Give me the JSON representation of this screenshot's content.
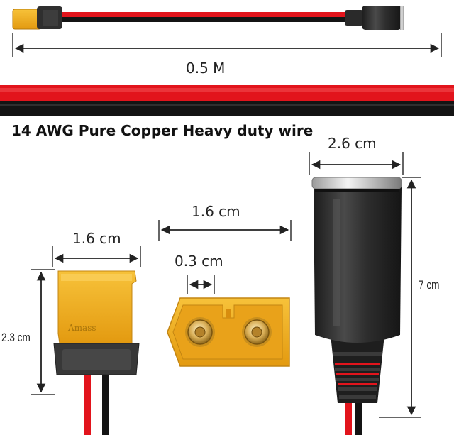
{
  "cable": {
    "length_label": "0.5 M",
    "wire_description": "14 AWG Pure Copper Heavy duty wire"
  },
  "xt60_side": {
    "width_label": "1.6 cm",
    "height_label": "2.3 cm"
  },
  "xt60_front": {
    "width_label": "1.6 cm",
    "pin_gap_label": "0.3 cm",
    "brand_mark": "Amass"
  },
  "socket": {
    "width_label": "2.6 cm",
    "height_label": "7 cm"
  },
  "colors": {
    "wire_red": "#e2141c",
    "wire_black": "#141414",
    "connector_yellow": "#f2b11a",
    "connector_dark": "#3a3a3a",
    "socket_body": "#2b2b2b"
  }
}
